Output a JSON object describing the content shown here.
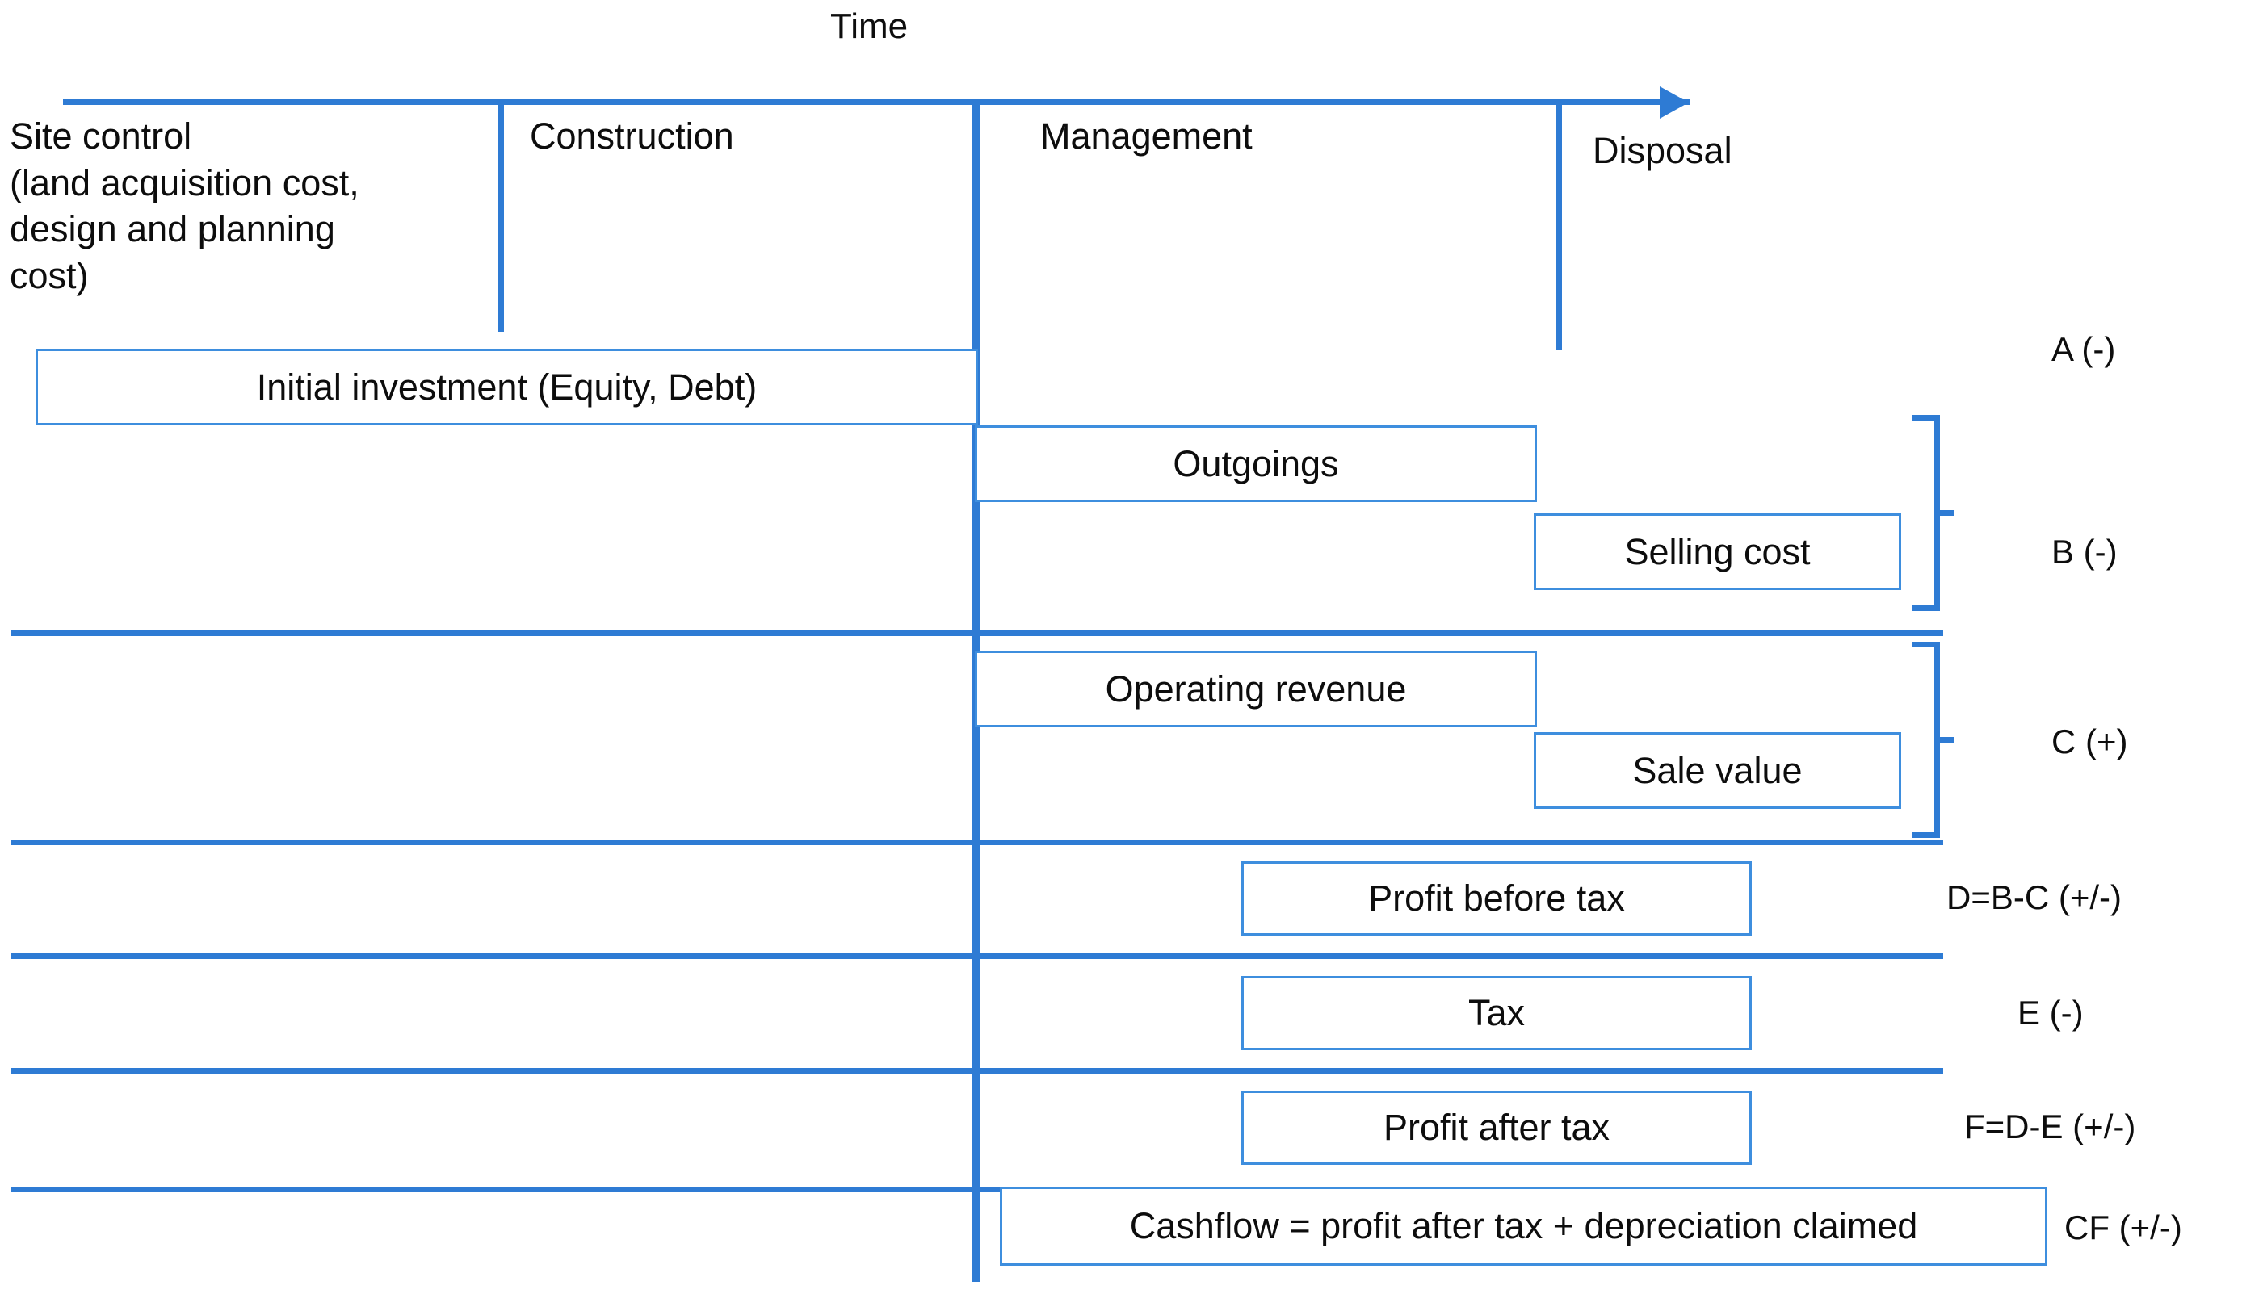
{
  "diagram": {
    "title": "Time",
    "axis": {
      "arrow_icon": "right-arrow-icon"
    },
    "phases": [
      {
        "id": "site-control",
        "label": "Site control\n(land acquisition cost,\ndesign and planning\ncost)"
      },
      {
        "id": "construction",
        "label": "Construction"
      },
      {
        "id": "management",
        "label": "Management"
      },
      {
        "id": "disposal",
        "label": "Disposal"
      }
    ],
    "flow_boxes": [
      {
        "id": "initial-investment",
        "label": "Initial investment (Equity, Debt)"
      },
      {
        "id": "outgoings",
        "label": "Outgoings"
      },
      {
        "id": "selling-cost",
        "label": "Selling cost"
      },
      {
        "id": "operating-revenue",
        "label": "Operating revenue"
      },
      {
        "id": "sale-value",
        "label": "Sale value"
      },
      {
        "id": "profit-before-tax",
        "label": "Profit before tax"
      },
      {
        "id": "tax",
        "label": "Tax"
      },
      {
        "id": "profit-after-tax",
        "label": "Profit after tax"
      },
      {
        "id": "cashflow",
        "label": "Cashflow = profit after tax + depreciation claimed"
      }
    ],
    "right_labels": [
      {
        "id": "a",
        "label": "A (-)"
      },
      {
        "id": "b",
        "label": "B (-)"
      },
      {
        "id": "c",
        "label": "C (+)"
      },
      {
        "id": "d",
        "label": "D=B-C (+/-)"
      },
      {
        "id": "e",
        "label": "E (-)"
      },
      {
        "id": "f",
        "label": "F=D-E (+/-)"
      },
      {
        "id": "cf",
        "label": "CF (+/-)"
      }
    ],
    "colors": {
      "line": "#2E7BD4",
      "box_border": "#3E8EDE",
      "text": "#0d0d0d",
      "background": "#ffffff"
    }
  }
}
